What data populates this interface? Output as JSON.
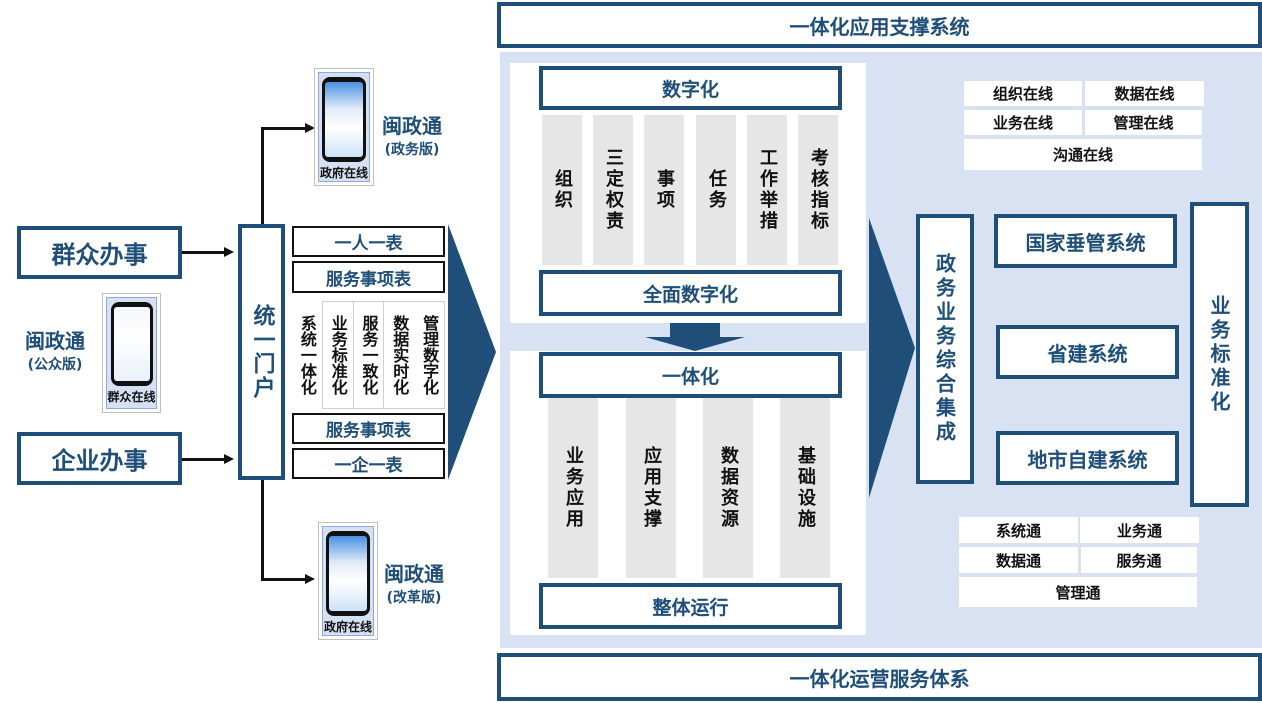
{
  "header": {
    "title": "一体化应用支撑系统"
  },
  "footer": {
    "title": "一体化运营服务体系"
  },
  "left": {
    "public_service": "群众办事",
    "enterprise_service": "企业办事",
    "public_app": {
      "name": "闽政通",
      "edition": "(公众版)",
      "caption": "群众在线"
    },
    "gov_app": {
      "name": "闽政通",
      "edition": "(政务版)",
      "caption": "政府在线"
    },
    "reform_app": {
      "name": "闽政通",
      "edition": "(改革版)",
      "caption": "政府在线"
    },
    "portal": "统一门户",
    "stack": {
      "top": [
        "一人一表",
        "服务事项表"
      ],
      "columns": [
        "系统一体化",
        "业务标准化",
        "服务一致化",
        "数据实时化",
        "管理数字化"
      ],
      "bottom": [
        "服务事项表",
        "一企一表"
      ]
    }
  },
  "center": {
    "digital": {
      "title": "数字化",
      "columns": [
        "组织",
        "三定权责",
        "事项",
        "任务",
        "工作举措",
        "考核指标"
      ],
      "footer": "全面数字化"
    },
    "integration": {
      "title": "一体化",
      "columns": [
        "业务应用",
        "应用支撑",
        "数据资源",
        "基础设施"
      ],
      "footer": "整体运行"
    }
  },
  "right": {
    "online_grid": [
      "组织在线",
      "数据在线",
      "业务在线",
      "管理在线",
      "沟通在线"
    ],
    "integration_label": "政务业务综合集成",
    "systems": [
      "国家垂管系统",
      "省建系统",
      "地市自建系统"
    ],
    "standardization_label": "业务标准化",
    "connect_grid": [
      "系统通",
      "业务通",
      "数据通",
      "服务通",
      "管理通"
    ]
  },
  "colors": {
    "navy": "#1f4e79",
    "panel": "#d9e2f3",
    "column_gray": "#e6e6e6"
  }
}
